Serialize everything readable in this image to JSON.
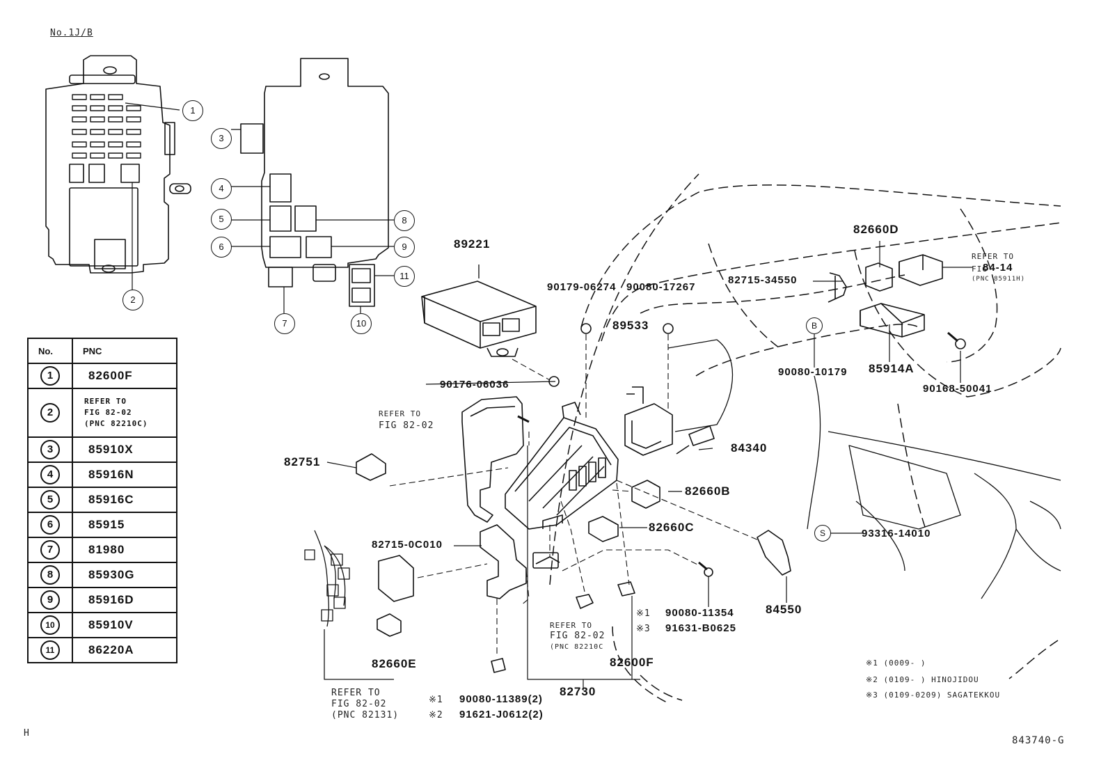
{
  "header": {
    "title": "No.1J/B"
  },
  "footer": {
    "page_code": "843740-G",
    "corner_mark": "H"
  },
  "table": {
    "col_no": "No.",
    "col_pnc": "PNC",
    "rows": [
      {
        "no": "1",
        "pnc": "82600F"
      },
      {
        "no": "2",
        "refer_1": "REFER TO",
        "refer_2": "FIG  82-02",
        "refer_3": "(PNC 82210C)"
      },
      {
        "no": "3",
        "pnc": "85910X"
      },
      {
        "no": "4",
        "pnc": "85916N"
      },
      {
        "no": "5",
        "pnc": "85916C"
      },
      {
        "no": "6",
        "pnc": "85915"
      },
      {
        "no": "7",
        "pnc": "81980"
      },
      {
        "no": "8",
        "pnc": "85930G"
      },
      {
        "no": "9",
        "pnc": "85916D"
      },
      {
        "no": "10",
        "pnc": "85910V"
      },
      {
        "no": "11",
        "pnc": "86220A"
      }
    ]
  },
  "jb_callouts": {
    "c1": "1",
    "c2": "2",
    "c3": "3",
    "c4": "4",
    "c5": "5",
    "c6": "6",
    "c7": "7",
    "c8": "8",
    "c9": "9",
    "c10": "10",
    "c11": "11"
  },
  "parts": {
    "p89221": "89221",
    "p90179": "90179-06274",
    "p90080_17267": "90080-17267",
    "p82715_34550": "82715-34550",
    "p82660D": "82660D",
    "p89533": "89533",
    "p90080_10179": "90080-10179",
    "p85914A": "85914A",
    "p90168": "90168-50041",
    "p90176": "90176-06036",
    "p84340": "84340",
    "p82751": "82751",
    "p82660B": "82660B",
    "p82660C": "82660C",
    "p93316": "93316-14010",
    "p82715_0C010": "82715-0C010",
    "p84550": "84550",
    "p90080_11354": "90080-11354",
    "p91631": "91631-B0625",
    "p82660E": "82660E",
    "p82600F": "82600F",
    "p82730": "82730",
    "p90080_11389": "90080-11389(2)",
    "p91621": "91621-J0612(2)"
  },
  "markers": {
    "mark1": "※1",
    "mark2": "※2",
    "mark3": "※3",
    "mark_s1": "※1",
    "b": "B",
    "s": "S"
  },
  "refs": {
    "ref_fig8414_1": "REFER TO",
    "ref_fig8414_2": "FIG",
    "ref_fig8414_big": "84-14",
    "ref_fig8414_3": "(PNC 85911H)",
    "ref_a_1": "REFER TO",
    "ref_a_2": "FIG 82-02",
    "ref_b_1": "REFER TO",
    "ref_b_2": "FIG 82-02",
    "ref_b_3": "(PNC 82210C",
    "ref_c_1": "REFER TO",
    "ref_c_2": "FIG 82-02",
    "ref_c_3": "(PNC 82131)"
  },
  "legend": {
    "l1": "※1 (0009-        )",
    "l2": "※2 (0109-        ) HINOJIDOU",
    "l3": "※3 (0109-0209) SAGATEKKOU"
  }
}
